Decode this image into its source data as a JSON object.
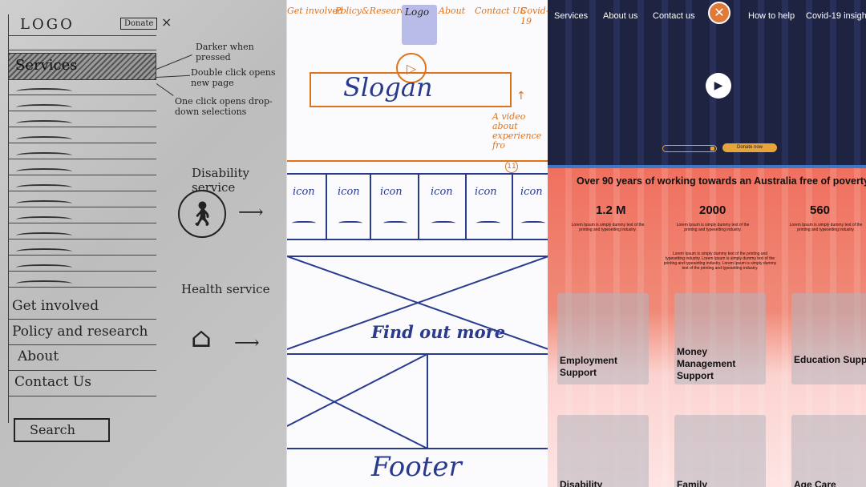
{
  "sketch_mobile": {
    "logo": "LOGO",
    "donate": "Donate",
    "close": "×",
    "services": "Services",
    "notes": [
      "Darker when pressed",
      "Double click opens new page",
      "One click opens drop-down selections"
    ],
    "section_disability": "Disability service",
    "section_health": "Health service",
    "menu": [
      "Get involved",
      "Policy and research",
      "About",
      "Contact Us"
    ],
    "search": "Search"
  },
  "wireframe": {
    "nav": [
      "Get involved",
      "Policy&Research",
      "About",
      "Contact US",
      "Covid-19"
    ],
    "logo": "Logo",
    "slogan": "Slogan",
    "video_note": "A video about experience fro",
    "badge": "11",
    "icon_label": "icon",
    "icons_count_label": [
      "icon",
      "icon",
      "icon",
      "icon",
      "icon",
      "icon"
    ],
    "find_more": "Find out more",
    "footer": "Footer"
  },
  "mockup": {
    "nav": [
      "Services",
      "About us",
      "Contact us",
      "How to help",
      "Covid-19 insigh"
    ],
    "donate": "Donate now",
    "headline": "Over 90 years of working towards an Australia free of poverty",
    "stats": [
      {
        "value": "1.2 M",
        "text": "Lorem Ipsum is simply dummy text of the printing and typesetting industry."
      },
      {
        "value": "2000",
        "text": "Lorem Ipsum is simply dummy text of the printing and typesetting industry."
      },
      {
        "value": "560",
        "text": "Lorem Ipsum is simply dummy text of the printing and typesetting industry."
      }
    ],
    "paragraph": "Lorem Ipsum is simply dummy text of the printing and typesetting industry. Lorem Ipsum is simply dummy text of the printing and typesetting industry. Lorem Ipsum is simply dummy text of the printing and typesetting industry.",
    "cards": [
      "Employment Support",
      "Money Management Support",
      "Education Support",
      "Disability",
      "Family",
      "Age Care"
    ],
    "colors": {
      "hero": "#1d2341",
      "accent": "#e7a43a",
      "coral": "#f0705f",
      "blue_stripe": "#3b78c8"
    }
  }
}
